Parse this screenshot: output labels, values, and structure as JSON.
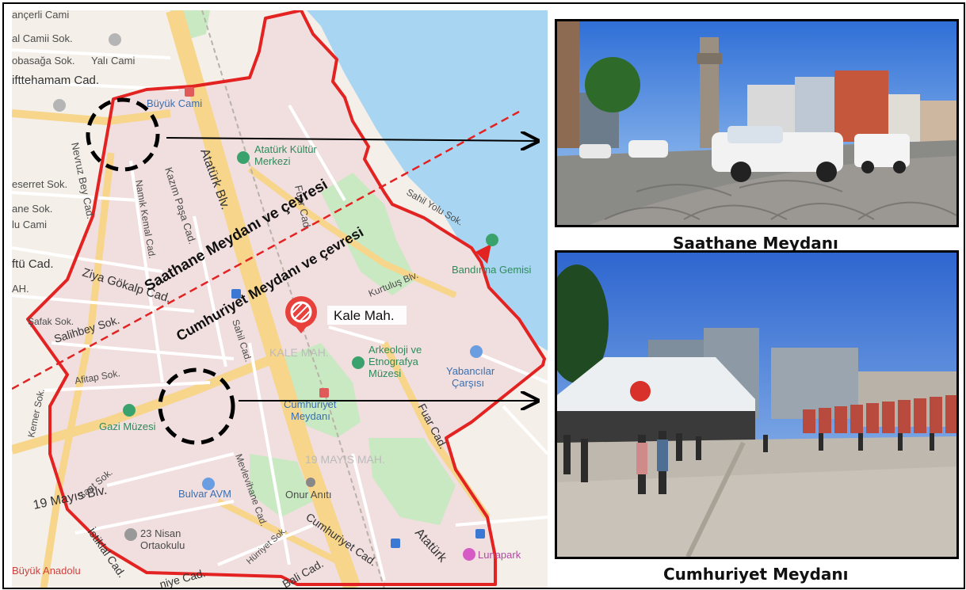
{
  "map": {
    "streets": {
      "cinarli_cami": "ançerli Cami",
      "camii_sok": "al Camii Sok.",
      "obasaga_sok": "obasağa Sok.",
      "yali_cami": "Yalı Cami",
      "iftte_hamam": "ifttehamam Cad.",
      "buyuk_cami": "Büyük Cami",
      "ataturk_kultur_1": "Atatürk Kültür",
      "ataturk_kultur_2": "Merkezi",
      "nevruz_bey": "Nevruz Bey Cad.",
      "eserret": "eserret Sok.",
      "namik_kemal": "Namık Kemal Cad.",
      "kazim_pasa": "Kazım Paşa Cad.",
      "ataturk_blv": "Atatürk Blv.",
      "fuar_cad_top": "Fuar Cad.",
      "sahil_yolu": "Sahil Yolu Sok.",
      "lane_sok": "ane Sok.",
      "lu_cami": "lu Cami",
      "huftu_cad": "ftü Cad.",
      "bandirma": "Bandırma Gemisi",
      "ziya_gokalp": "Ziya Gökalp Cad.",
      "kurtulus": "Kurtuluş Blv.",
      "mah_left": "AH.",
      "safak": "Şafak Sok.",
      "salihbey": "Salihbey Sok.",
      "sahil_cad": "Sahil Cad.",
      "kale_mah_map": "KALE MAH.",
      "arkeoloji_1": "Arkeoloji ve",
      "arkeoloji_2": "Etnografya",
      "arkeoloji_3": "Müzesi",
      "yabancilar_1": "Yabancılar",
      "yabancilar_2": "Çarşısı",
      "afitap": "Afitap Sok.",
      "cumhuriyet_meydani_1": "Cumhuriyet",
      "cumhuriyet_meydani_2": "Meydanı",
      "kemer_sok": "Kemer Sok.",
      "gazi_muzesi": "Gazi Müzesi",
      "fuar_cad_bottom": "Fuar Cad.",
      "mayis_mah": "19 MAYIS MAH.",
      "mayis_blv": "19 Mayıs Blv.",
      "mevlevihane": "Mevlevihane Cad.",
      "bulvar_avm": "Bulvar AVM",
      "onur_aniti": "Onur Anıtı",
      "saat_sok": "Saat Sok.",
      "nisan_1": "23 Nisan",
      "nisan_2": "Ortaokulu",
      "cumhuriyet_cad": "Cumhuriyet Cad.",
      "istiklal": "İstiklal Cad.",
      "buyuk_anadolu": "Büyük Anadolu",
      "niye_cad": "niye Cad.",
      "hurriyet": "Hürriyet Sok.",
      "bali_cad": "Bali Cad.",
      "ataturk_bottom": "Atatürk",
      "lunapark": "Lunapark"
    },
    "pin_label": "Kale Mah.",
    "zone_upper_label": "Saathane Meydanı ve çevresi",
    "zone_lower_label": "Cumhuriyet  Meydanı ve çevresi",
    "colors": {
      "boundary": "#e32222",
      "sea": "#a8d6f2",
      "land": "#f4efe8",
      "district": "#f1dede",
      "park": "#c9e9c2",
      "highway": "#f7d58a",
      "road": "#ffffff"
    }
  },
  "photos": [
    {
      "caption": "Saathane Meydanı"
    },
    {
      "caption": "Cumhuriyet Meydanı"
    }
  ]
}
